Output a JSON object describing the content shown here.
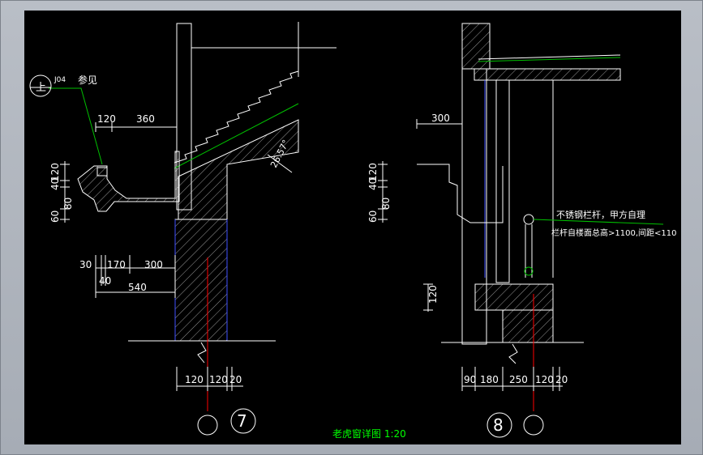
{
  "drawing": {
    "title": "老虎窗详图 1:20",
    "ref_symbol_top": "上",
    "ref_code": "J04",
    "ref_note": "参见",
    "angle_label": "26.57°",
    "detail7_number": "7",
    "detail8_number": "8",
    "note_line1": "不锈钢栏杆，甲方自理",
    "note_line2": "栏杆自楼面总高>1100,间距<110"
  },
  "dims7": {
    "top_a": "120",
    "top_b": "360",
    "left_120": "120",
    "left_40": "40",
    "left_80": "80",
    "left_60": "60",
    "mid_30": "30",
    "mid_170": "170",
    "mid_300": "300",
    "mid_40": "40",
    "mid_540": "540",
    "bot_120a": "120",
    "bot_120b": "120",
    "bot_20": "20"
  },
  "dims8": {
    "top_300": "300",
    "left_120": "120",
    "left_40": "40",
    "left_80": "80",
    "left_60": "60",
    "mid_120": "120",
    "bot_90": "90",
    "bot_180": "180",
    "bot_250": "250",
    "bot_120": "120",
    "bot_20": "20"
  },
  "colors": {
    "background": "#000000",
    "line": "#ffffff",
    "leader": "#00c000",
    "axis": "#ff0000",
    "glass": "#4050ff",
    "title": "#00ff00"
  }
}
